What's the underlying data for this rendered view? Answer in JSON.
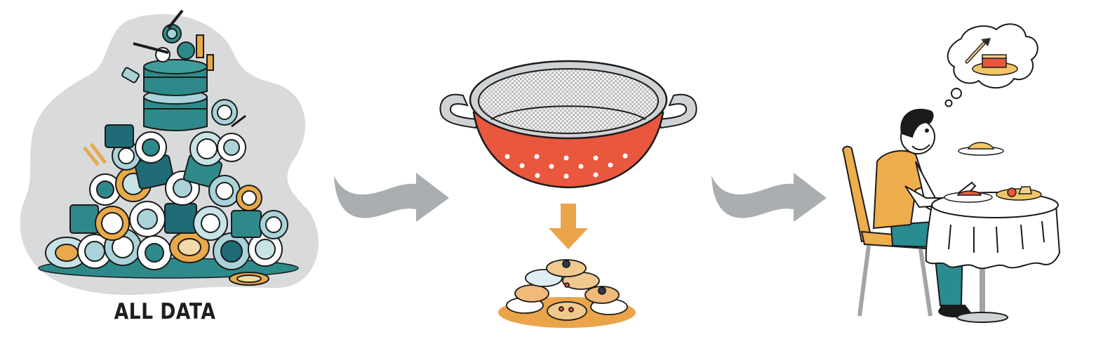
{
  "diagram": {
    "type": "process-flow-illustration",
    "stages": [
      {
        "id": "all-data",
        "label": "ALL DATA",
        "depiction": "huge pile of teal, white and gold dishes, cups and utensils on a grey blob"
      },
      {
        "id": "filter",
        "label": "",
        "depiction": "red colander with mesh strainer; orange arrow down to a small curated stack of plated pastries"
      },
      {
        "id": "consumer",
        "label": "",
        "depiction": "smiling man at a round clothed table eating, thought bubble with fork and cake"
      }
    ],
    "connectors": [
      {
        "from": "all-data",
        "to": "filter",
        "style": "grey wavy arrow"
      },
      {
        "from": "filter",
        "to": "consumer",
        "style": "grey wavy arrow"
      }
    ]
  },
  "labels": {
    "all_data": "ALL DATA"
  },
  "colors": {
    "background": "#ffffff",
    "blob": "#d8dadb",
    "teal": "#2e8a8a",
    "teal_dark": "#1f6b76",
    "teal_light": "#a9d3d8",
    "gold": "#e8a94a",
    "colander_red": "#e8573e",
    "mesh_grey": "#c9c9c9",
    "arrow_grey": "#a9aeb0",
    "arrow_orange": "#eaa44a",
    "shirt": "#eeae4c",
    "pants": "#2a8c93",
    "outline": "#1b1b1b"
  },
  "icons": {
    "arrow_1": "wavy-right-arrow-icon",
    "arrow_2": "wavy-right-arrow-icon",
    "down_arrow": "down-arrow-icon",
    "thought_bubble": "thought-bubble-icon"
  }
}
